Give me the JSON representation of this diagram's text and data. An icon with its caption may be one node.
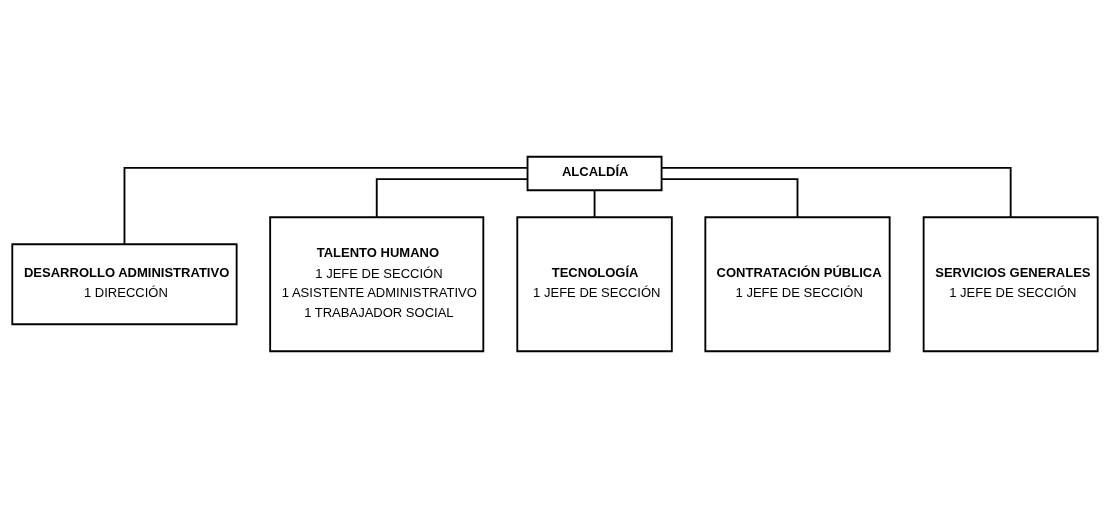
{
  "diagram": {
    "nodes": [
      {
        "text": [
          "ALCALDÍA"
        ]
      },
      {
        "text": [
          "DESARROLLO ADMINISTRATIVO",
          "1 DIRECCIÓN"
        ]
      },
      {
        "text": [
          "TALENTO HUMANO",
          "1 JEFE DE SECCIÓN",
          "1 ASISTENTE ADMINISTRATIVO",
          "1 TRABAJADOR SOCIAL"
        ]
      },
      {
        "text": [
          "TECNOLOGÍA",
          "1 JEFE DE SECCIÓN"
        ]
      },
      {
        "text": [
          "CONTRATACIÓN PÚBLICA",
          "1 JEFE DE SECCIÓN"
        ]
      },
      {
        "text": [
          "SERVICIOS GENERALES",
          "1 JEFE DE SECCIÓN"
        ]
      }
    ],
    "edges": [
      {
        "from": 0,
        "to": 1,
        "arrow": "none"
      },
      {
        "from": 0,
        "to": 2,
        "arrow": "none"
      },
      {
        "from": 0,
        "to": 3,
        "arrow": "none"
      },
      {
        "from": 0,
        "to": 4,
        "arrow": "none"
      },
      {
        "from": 0,
        "to": 5,
        "arrow": "none"
      }
    ]
  }
}
